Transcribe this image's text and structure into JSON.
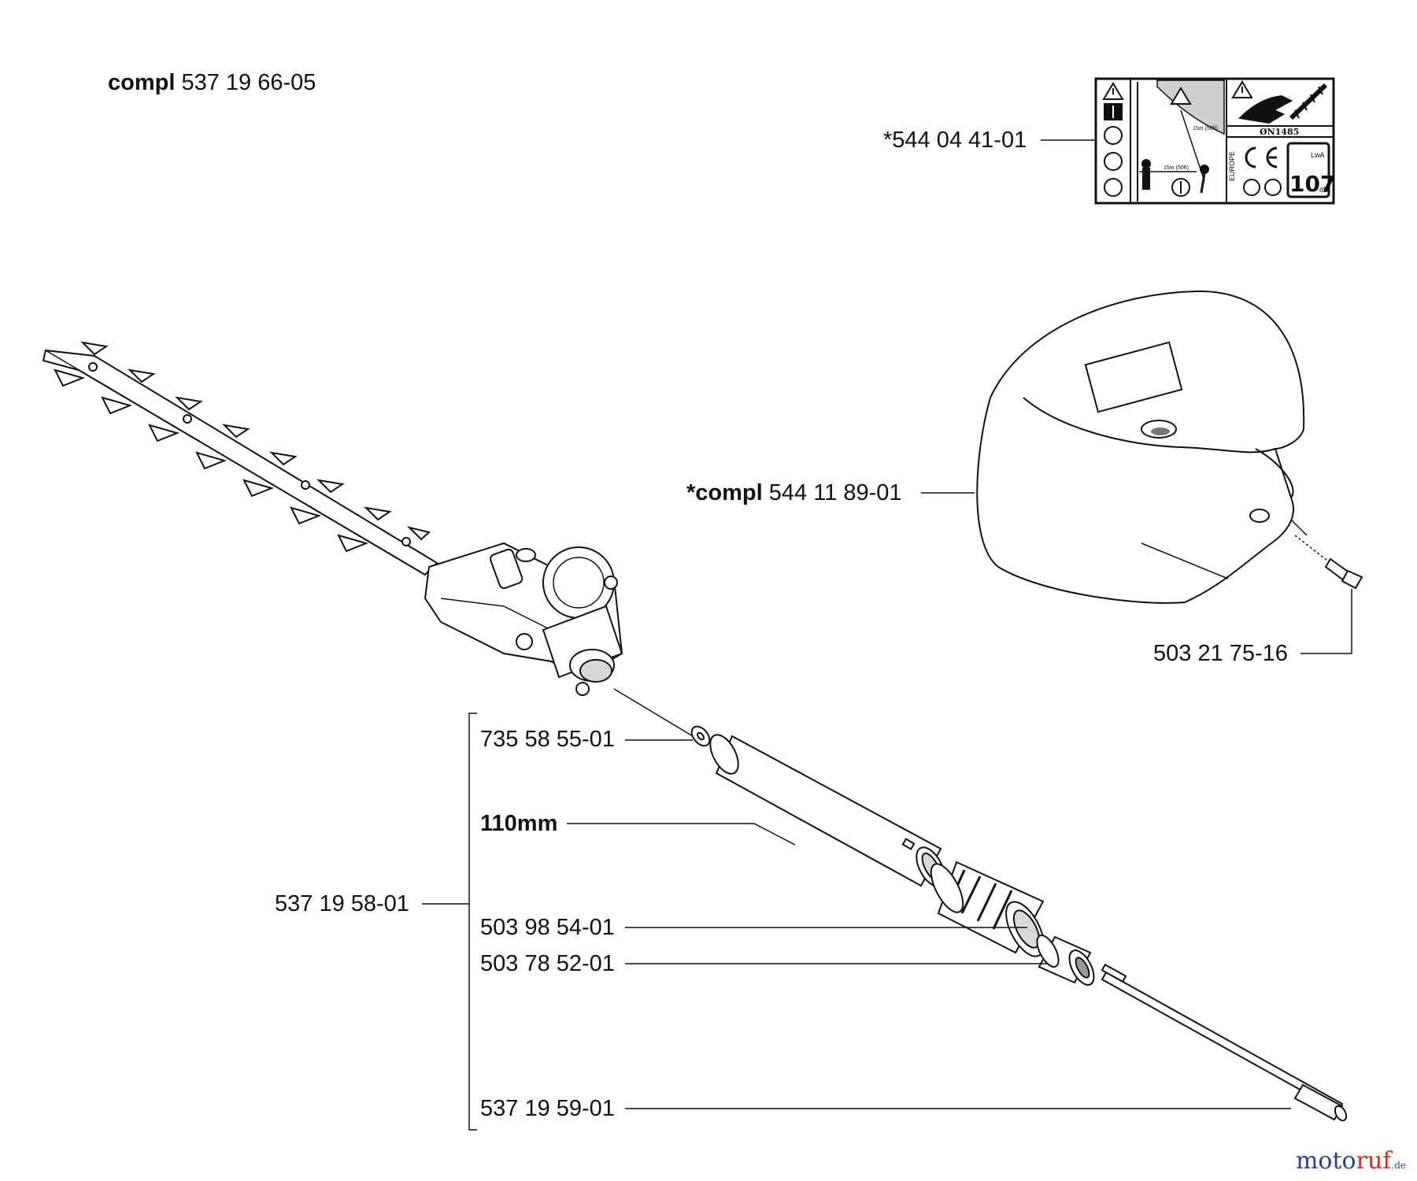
{
  "labels": {
    "compl_top_prefix": "compl",
    "compl_top_number": "537 19 66-05",
    "decal": "*544 04 41-01",
    "guard_prefix": "*compl",
    "guard_number": "544 11 89-01",
    "bolt": "503 21 75-16",
    "washer": "735 58 55-01",
    "length": "110mm",
    "shaft_assembly": "537 19 58-01",
    "coupling": "503 98 54-01",
    "nut": "503 78 52-01",
    "drive_shaft": "537 19 59-01"
  },
  "decal_text": {
    "standard": "ØN1485",
    "region": "EUROPE",
    "sound_level": "107",
    "sound_unit": "dB",
    "sound_symbol": "LwA",
    "distance_upper": "15m (50ft)",
    "distance_lower": "15m (50ft)"
  },
  "watermark": {
    "part_a": "moto",
    "part_b": "ruf",
    "part_c": ".de"
  },
  "colors": {
    "line": "#111111",
    "fill": "#ffffff",
    "shade": "#d8d8d8",
    "dark_shade": "#9a9a9a"
  }
}
